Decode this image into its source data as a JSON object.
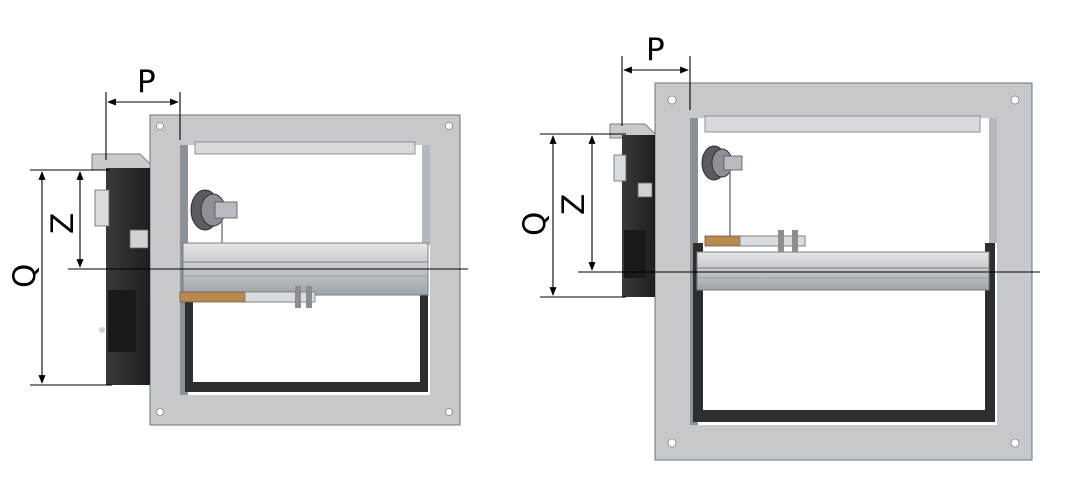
{
  "labels": {
    "left": {
      "p": "P",
      "z": "Z",
      "q": "Q"
    },
    "right": {
      "p": "P",
      "z": "Z",
      "q": "Q"
    }
  },
  "colors": {
    "frame": "#c6c9cc",
    "frame_shade": "#a9adb1",
    "actuator": "#2b2b2b",
    "seal": "#2e2e2e",
    "dimension_line": "#000000"
  }
}
